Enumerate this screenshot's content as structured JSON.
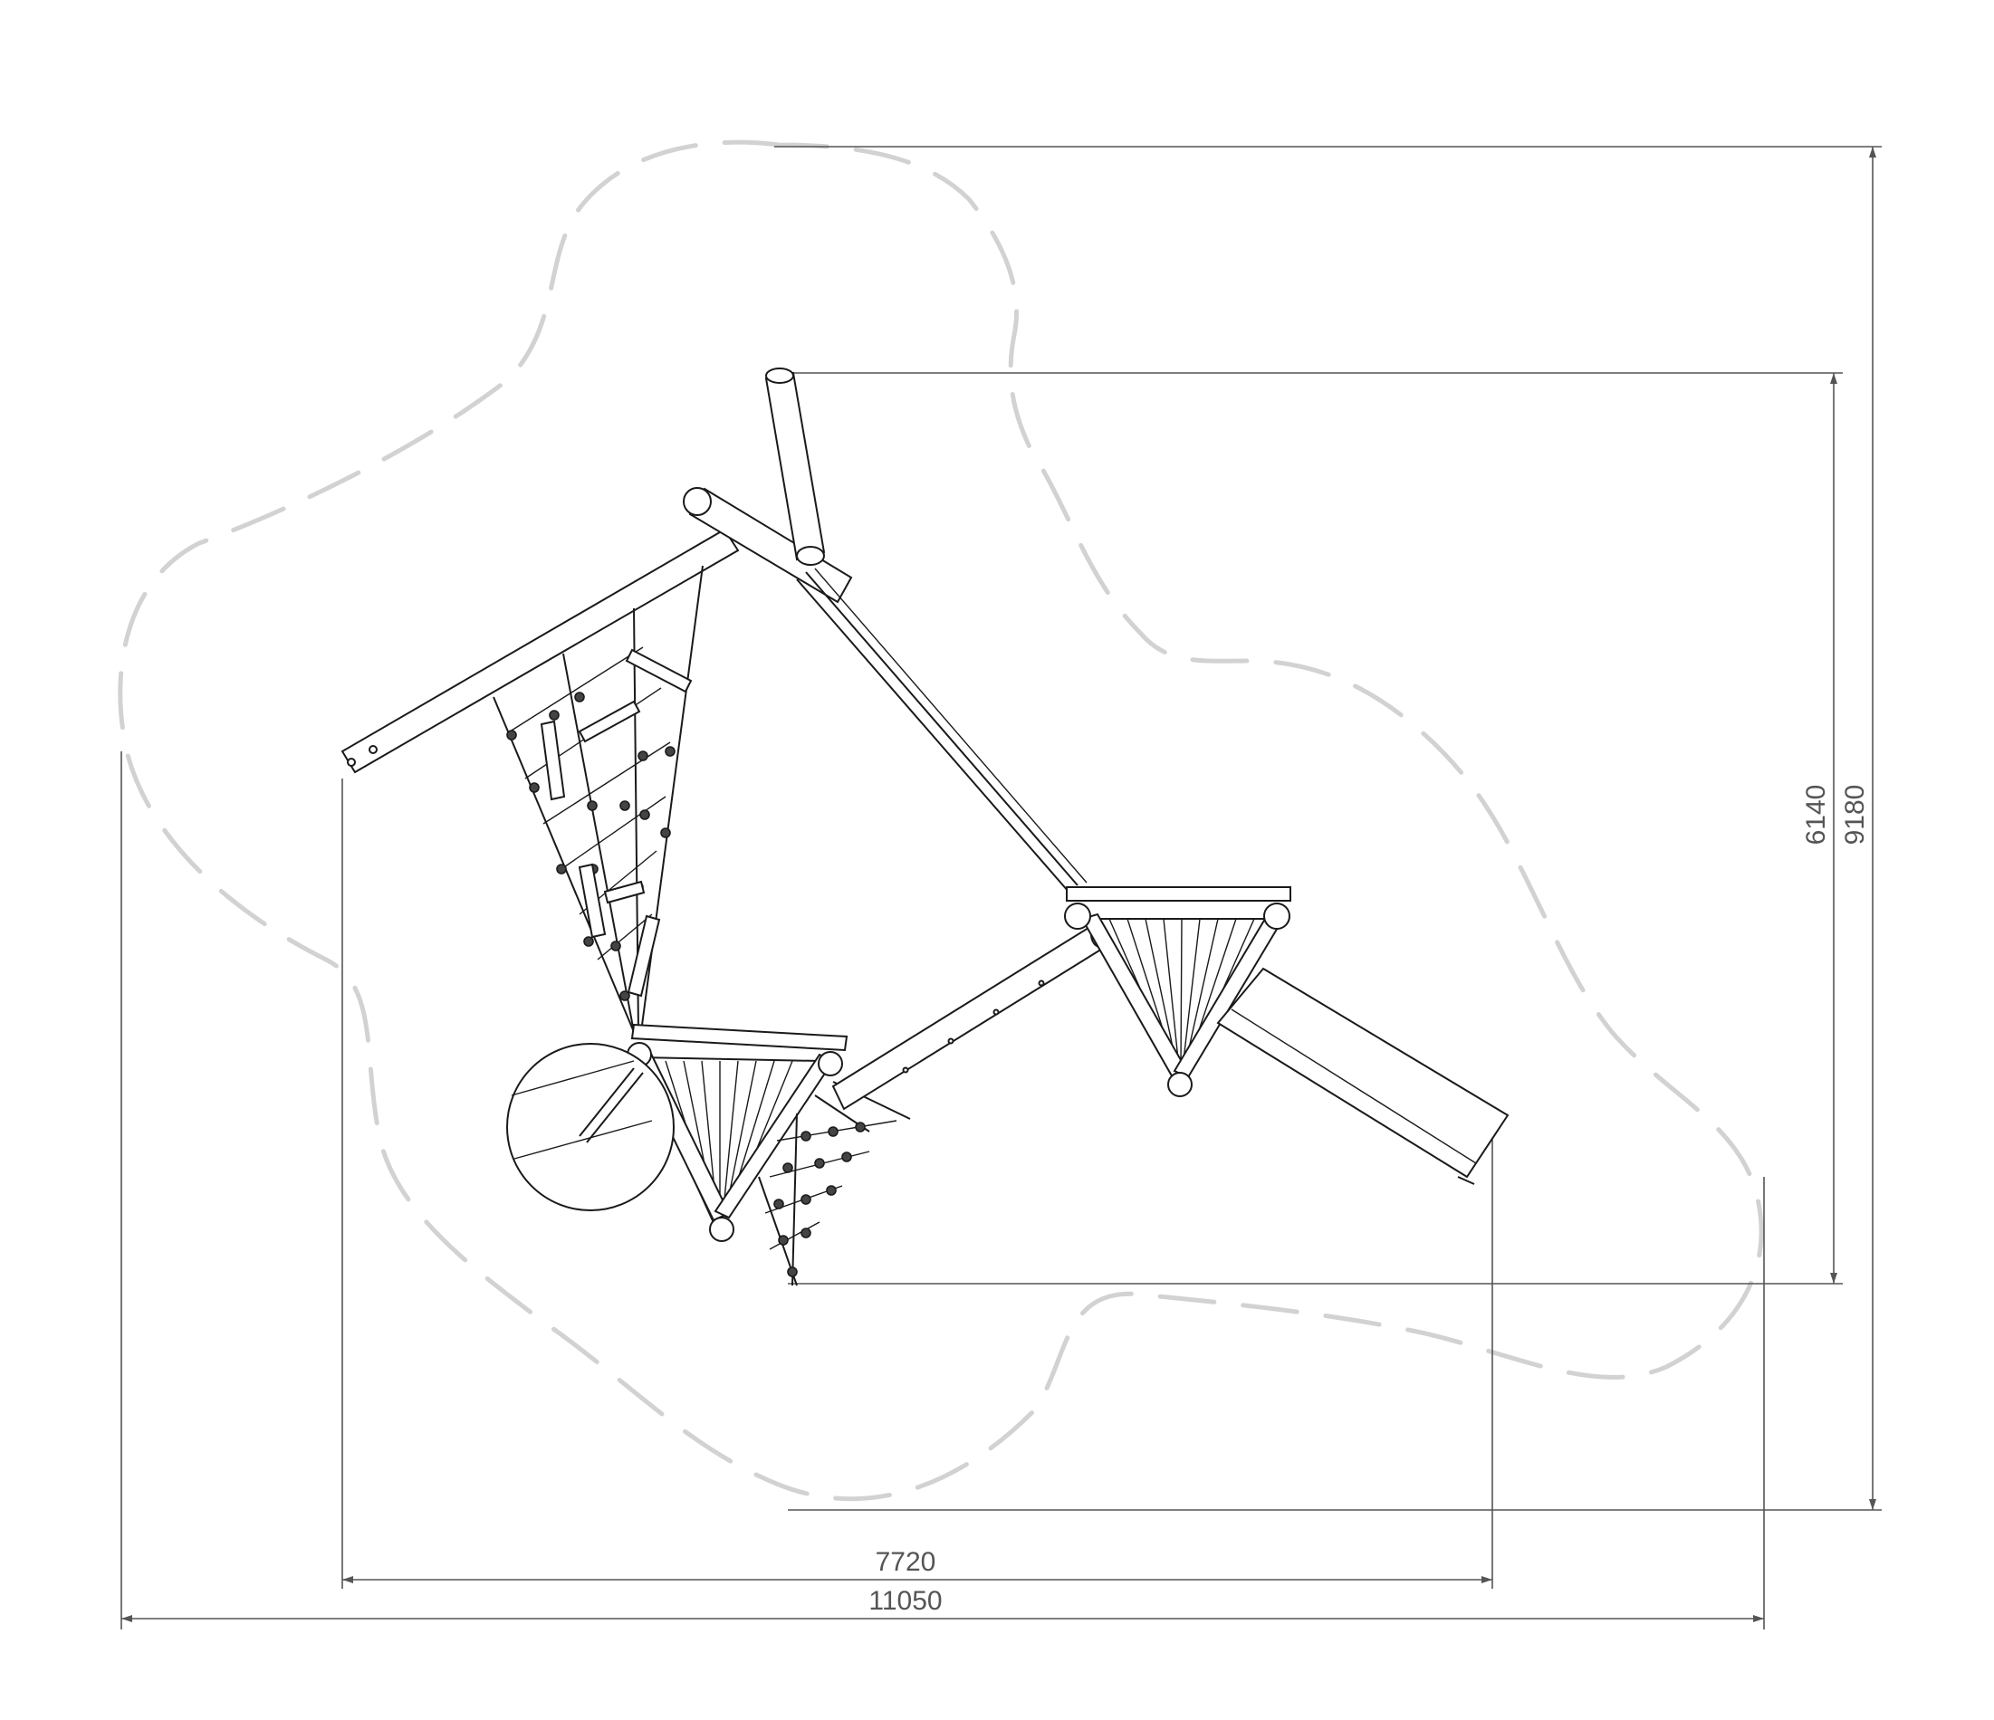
{
  "dimensions": {
    "width_inner": "7720",
    "width_outer": "11050",
    "height_inner": "6140",
    "height_outer": "9180"
  }
}
